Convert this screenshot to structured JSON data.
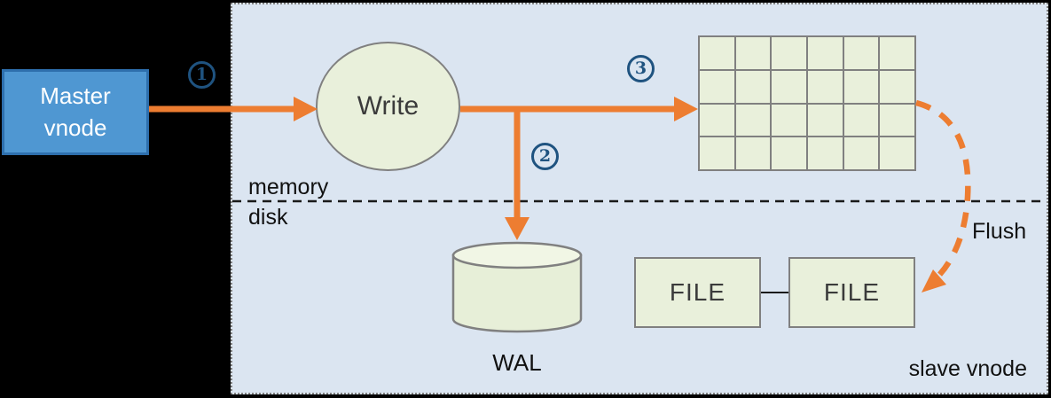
{
  "title": "vnode write flow diagram",
  "colors": {
    "canvas_background": "#000000",
    "container_fill": "#dbe5f1",
    "container_border": "#7f7f7f",
    "master_fill": "#4f97d2",
    "master_border": "#2e6fad",
    "master_text": "#ffffff",
    "shape_fill": "#e9f0db",
    "shape_border": "#808080",
    "arrow_orange": "#ed7d31",
    "badge_blue": "#1f5380",
    "label_text": "#111111",
    "shape_text": "#3b3b3b"
  },
  "nodes": {
    "master_vnode": {
      "label": "Master\nvnode"
    },
    "write": {
      "label": "Write"
    },
    "wal": {
      "label": "WAL"
    },
    "file1": {
      "label": "FILE"
    },
    "file2": {
      "label": "FILE"
    }
  },
  "badges": {
    "step1": "1",
    "step2": "2",
    "step3": "3"
  },
  "labels": {
    "memory": "memory",
    "disk": "disk",
    "flush": "Flush",
    "slave_vnode": "slave vnode"
  },
  "grid": {
    "rows": 4,
    "cols": 6
  }
}
